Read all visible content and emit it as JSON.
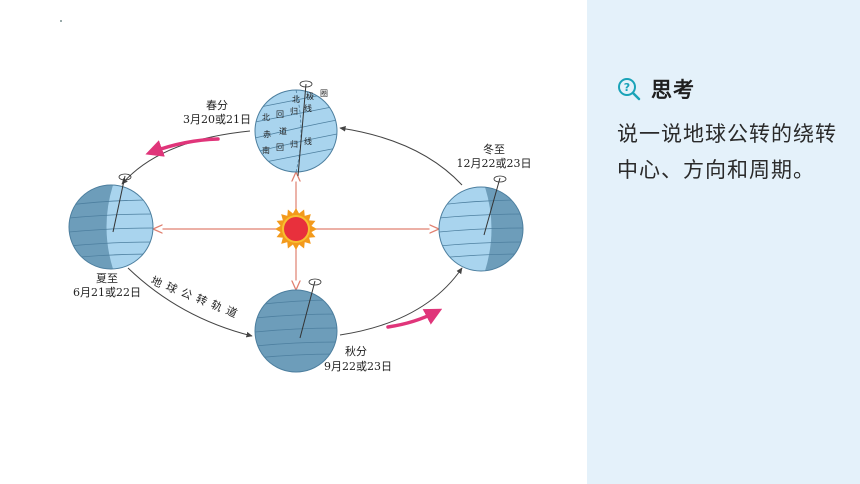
{
  "diagram": {
    "orbit_label": "地球公转轨道",
    "positions": {
      "spring": {
        "name": "春分",
        "date": "3月20或21日"
      },
      "summer": {
        "name": "夏至",
        "date": "6月21或22日"
      },
      "autumn": {
        "name": "秋分",
        "date": "9月22或23日"
      },
      "winter": {
        "name": "冬至",
        "date": "12月22或23日"
      }
    },
    "globe_labels": {
      "arctic_circle": "北极圈",
      "tropic_cancer": "北回归线",
      "equator": "赤道",
      "tropic_capricorn": "南回归线"
    }
  },
  "sidebar": {
    "icon": "question-search-icon",
    "title": "思考",
    "question": "说一说地球公转的绕转中心、方向和周期。"
  },
  "colors": {
    "sidebar_bg": "#e4f1fa",
    "icon": "#1aa3b8",
    "arrow": "#e0357a",
    "sun": "#e8303c",
    "sun_rays": "#f39a1c",
    "ocean_light": "#a9d4ee",
    "ocean_dark": "#6d9dba",
    "orbit": "#555555",
    "axis": "#e08070"
  }
}
